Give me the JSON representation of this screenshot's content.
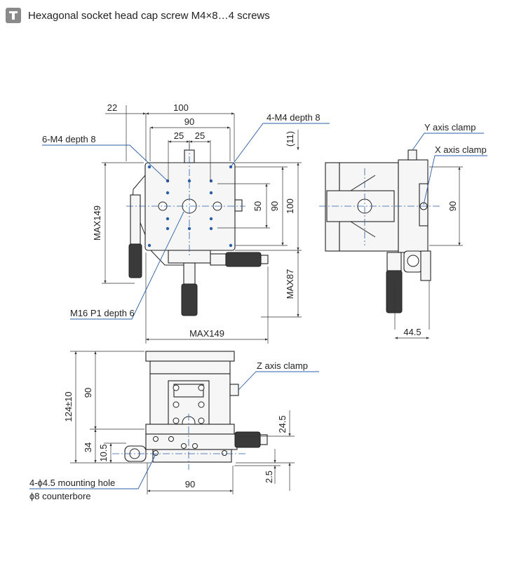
{
  "header": {
    "icon": "screw-icon",
    "title": "Hexagonal socket head cap screw M4×8…4 screws"
  },
  "top_view": {
    "dims": {
      "d100": "100",
      "d90": "90",
      "d22": "22",
      "d25a": "25",
      "d25b": "25",
      "d11": "(11)",
      "max149h": "MAX149",
      "max149v": "MAX149",
      "d50": "50",
      "d90v": "90",
      "d100v": "100",
      "max87": "MAX87"
    },
    "labels": {
      "m4_6": "6-M4 depth 8",
      "m4_4": "4-M4 depth 8",
      "m16": "M16 P1 depth 6"
    }
  },
  "side_view": {
    "dims": {
      "d90": "90",
      "d445": "44.5"
    },
    "labels": {
      "y_clamp": "Y axis clamp",
      "x_clamp": "X axis clamp"
    }
  },
  "front_view": {
    "dims": {
      "d124": "124±10",
      "d90": "90",
      "d34": "34",
      "d105": "10.5",
      "d245": "24.5",
      "d25": "2.5",
      "d90b": "90"
    },
    "labels": {
      "z_clamp": "Z axis clamp",
      "mount1": "4-ϕ4.5 mounting hole",
      "mount2": "ϕ8 counterbore"
    }
  },
  "colors": {
    "leader": "#2a5ea8",
    "line": "#222222"
  }
}
